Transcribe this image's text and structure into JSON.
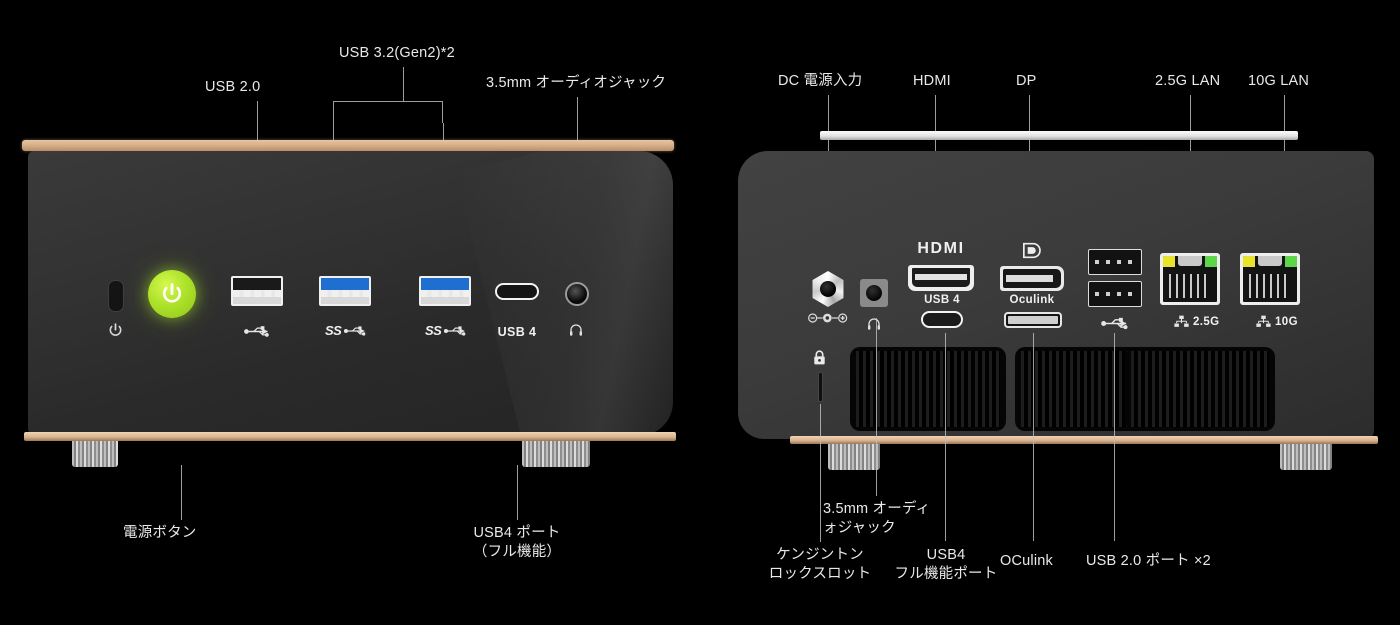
{
  "diagram": {
    "title": "Mini PC front and rear port layout",
    "background_color": "#000000",
    "accent_gold": "#d8b08c",
    "accent_green": "#aee22a"
  },
  "front": {
    "name": "front-panel",
    "top_callouts": [
      {
        "id": "usb20",
        "label": "USB 2.0"
      },
      {
        "id": "usb32",
        "label": "USB 3.2(Gen2)*2"
      },
      {
        "id": "audio",
        "label": "3.5mm オーディオジャック"
      }
    ],
    "bottom_callouts": [
      {
        "id": "power",
        "label": "電源ボタン"
      },
      {
        "id": "usb4",
        "label_line1": "USB4 ポート",
        "label_line2": "（フル機能）"
      }
    ],
    "silkscreen": {
      "power_icon": "power-icon",
      "usb20_icon": "usb-icon",
      "usb32_a_icon": "superspeed-usb-icon",
      "usb32_b_icon": "superspeed-usb-icon",
      "usb4_label": "USB 4",
      "audio_icon": "headphone-icon"
    },
    "ports": [
      {
        "name": "power-led-indicator",
        "type": "led"
      },
      {
        "name": "power-button",
        "type": "button",
        "color": "#aee22a"
      },
      {
        "name": "usb-a-2-0-port",
        "type": "usb-a",
        "tongue_color": "#1a1a1a"
      },
      {
        "name": "usb-a-3-2-port-1",
        "type": "usb-a",
        "tongue_color": "#1f6fd0"
      },
      {
        "name": "usb-a-3-2-port-2",
        "type": "usb-a",
        "tongue_color": "#1f6fd0"
      },
      {
        "name": "usb-c-usb4-port",
        "type": "usb-c"
      },
      {
        "name": "audio-jack-3-5mm",
        "type": "audio-jack"
      }
    ]
  },
  "rear": {
    "name": "rear-panel",
    "top_callouts": [
      {
        "id": "dc",
        "label": "DC 電源入力"
      },
      {
        "id": "hdmi",
        "label": "HDMI"
      },
      {
        "id": "dp",
        "label": "DP"
      },
      {
        "id": "lan25",
        "label": "2.5G LAN"
      },
      {
        "id": "lan10",
        "label": "10G LAN"
      }
    ],
    "bottom_callouts": [
      {
        "id": "kensington",
        "label_line1": "ケンジントン",
        "label_line2": "ロックスロット"
      },
      {
        "id": "audio",
        "label_line1": "3.5mm オーディ",
        "label_line2": "ォジャック"
      },
      {
        "id": "usb4",
        "label_line1": "USB4",
        "label_line2": "フル機能ポート"
      },
      {
        "id": "oculink",
        "label_line1": "OCulink",
        "label_line2": ""
      },
      {
        "id": "usb20",
        "label_line1": "USB 2.0 ポート ×2",
        "label_line2": ""
      }
    ],
    "silkscreen": {
      "dc_icon": "dc-polarity-icon",
      "audio_icon": "headphone-icon",
      "hdmi_label": "HDMI",
      "usb4_label": "USB 4",
      "dp_icon": "displayport-icon",
      "oculink_label": "Oculink",
      "usb20_icon": "usb-icon",
      "lan25_label": "2.5G",
      "lan10_label": "10G",
      "lan_icon": "network-icon",
      "kensington_icon": "lock-icon"
    },
    "ports": [
      {
        "name": "dc-power-input-jack",
        "type": "dc-jack"
      },
      {
        "name": "audio-jack-3-5mm",
        "type": "audio-jack"
      },
      {
        "name": "hdmi-port",
        "type": "hdmi"
      },
      {
        "name": "usb-c-usb4-port",
        "type": "usb-c"
      },
      {
        "name": "displayport-port",
        "type": "dp"
      },
      {
        "name": "oculink-port",
        "type": "oculink"
      },
      {
        "name": "usb-a-2-0-port-top",
        "type": "usb-a"
      },
      {
        "name": "usb-a-2-0-port-bottom",
        "type": "usb-a"
      },
      {
        "name": "lan-port-2-5g",
        "type": "rj45",
        "led_left": "#e8e42a",
        "led_right": "#5ed64a"
      },
      {
        "name": "lan-port-10g",
        "type": "rj45",
        "led_left": "#e8e42a",
        "led_right": "#5ed64a"
      },
      {
        "name": "kensington-lock-slot",
        "type": "slot"
      }
    ],
    "vent_count": 3
  }
}
